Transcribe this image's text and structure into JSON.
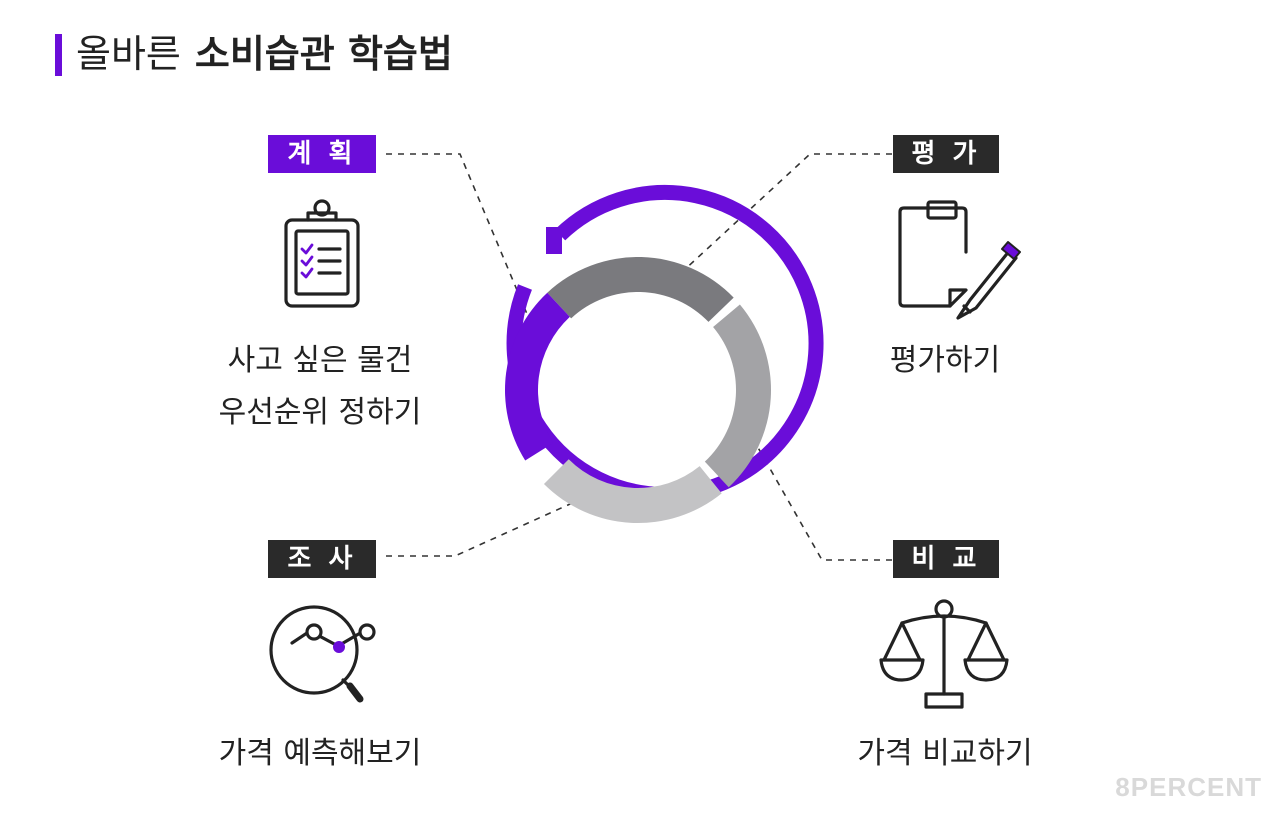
{
  "title": {
    "light": "올바른",
    "bold": "소비습관 학습법"
  },
  "stages": [
    {
      "id": "plan",
      "tag": "계 획",
      "lines": [
        "사고 싶은 물건",
        "우선순위 정하기"
      ],
      "icon": "clipboard-checklist-icon",
      "active": true
    },
    {
      "id": "eval",
      "tag": "평 가",
      "lines": [
        "평가하기"
      ],
      "icon": "clipboard-pencil-icon",
      "active": false
    },
    {
      "id": "research",
      "tag": "조 사",
      "lines": [
        "가격 예측해보기"
      ],
      "icon": "magnifier-chart-icon",
      "active": false
    },
    {
      "id": "compare",
      "tag": "비 교",
      "lines": [
        "가격 비교하기"
      ],
      "icon": "balance-scale-icon",
      "active": false
    }
  ],
  "colors": {
    "accent": "#6a0dd9",
    "dark": "#2a2a2a",
    "seg_top": "#7a7a7e",
    "seg_right": "#a3a3a6",
    "seg_bottom": "#c3c3c5"
  },
  "watermark": "8PERCENT"
}
